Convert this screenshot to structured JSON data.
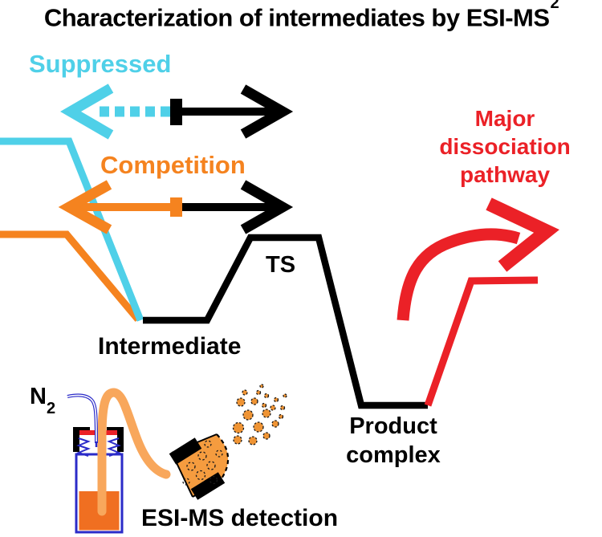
{
  "title": {
    "main": "Characterization of intermediates by ESI-MS",
    "superscript": "2"
  },
  "energy_diagram": {
    "suppressed_label": "Suppressed",
    "competition_label": "Competition",
    "major_pathway_label": {
      "line1": "Major",
      "line2": "dissociation",
      "line3": "pathway"
    },
    "ts_label": "TS",
    "intermediate_label": "Intermediate",
    "product_complex_label": {
      "line1": "Product",
      "line2": "complex"
    }
  },
  "apparatus": {
    "n2_label": {
      "base": "N",
      "subscript": "2"
    },
    "caption": "ESI-MS detection"
  },
  "colors": {
    "cyan": "#4FD0E8",
    "orange": "#F5831F",
    "red": "#EB2127",
    "black": "#000000",
    "vial_blue": "#2B2BC8",
    "tube_orange": "#F8A75C",
    "liquid_orange": "#F06F21",
    "cone_orange": "#F59C3F",
    "droplet_orange": "#EF9434",
    "background": "#FFFFFF"
  }
}
